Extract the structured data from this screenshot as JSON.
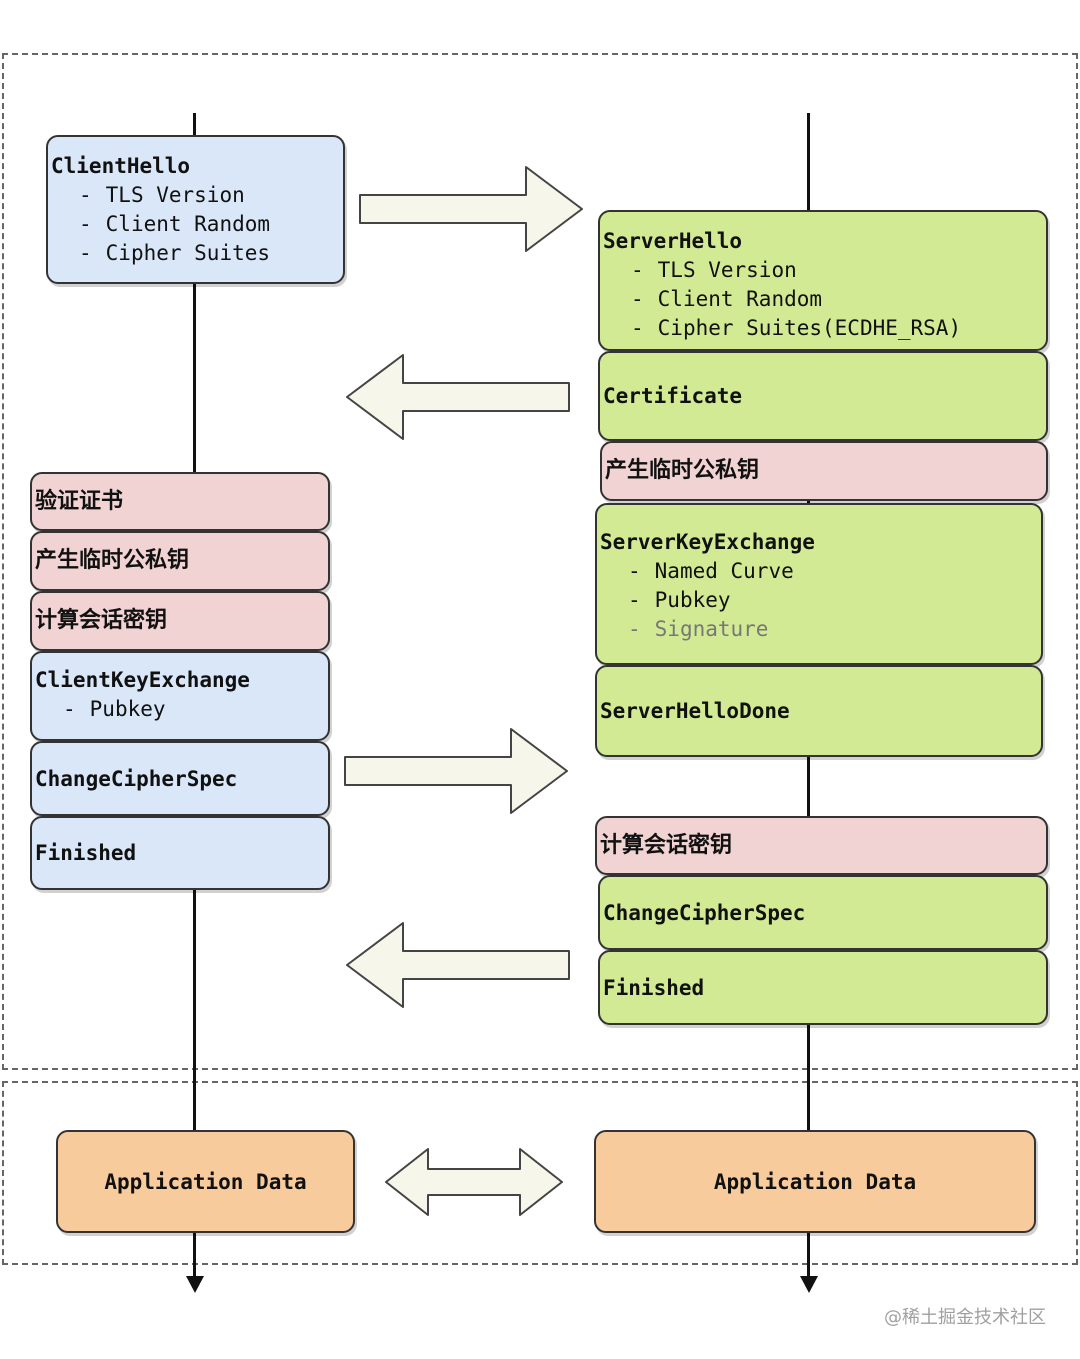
{
  "client": {
    "client_hello": {
      "title": "ClientHello",
      "items": [
        "TLS Version",
        "Client Random",
        "Cipher Suites"
      ]
    },
    "verify_certificate": "验证证书",
    "generate_key_pair": "产生临时公私钥",
    "compute_session_key": "计算会话密钥",
    "client_key_exchange": {
      "title": "ClientKeyExchange",
      "items": [
        "Pubkey"
      ]
    },
    "change_cipher_spec": "ChangeCipherSpec",
    "finished": "Finished",
    "application_data": "Application Data"
  },
  "server": {
    "server_hello": {
      "title": "ServerHello",
      "items": [
        "TLS Version",
        "Client Random",
        "Cipher Suites(ECDHE_RSA)"
      ]
    },
    "certificate": "Certificate",
    "generate_key_pair": "产生临时公私钥",
    "server_key_exchange": {
      "title": "ServerKeyExchange",
      "items": [
        "Named Curve",
        "Pubkey",
        "Signature"
      ]
    },
    "server_hello_done": "ServerHelloDone",
    "compute_session_key": "计算会话密钥",
    "change_cipher_spec": "ChangeCipherSpec",
    "finished": "Finished",
    "application_data": "Application Data"
  },
  "list_bullet": "-",
  "watermark": "@稀土掘金技术社区",
  "colors": {
    "client_box": "#dae7f8",
    "server_box": "#d3ea94",
    "compute_box": "#f2d3d3",
    "application_box": "#f8cb9d",
    "arrow_fill": "#f6f6ea"
  }
}
